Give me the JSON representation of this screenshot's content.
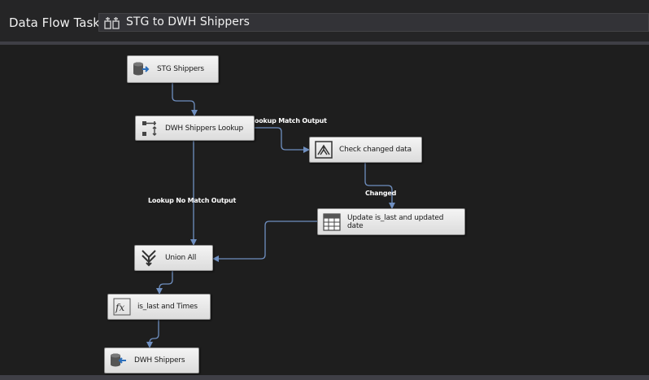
{
  "header": {
    "task_label": "Data Flow Task:",
    "task_value": "STG to DWH Shippers",
    "task_icon": "data-flow-task-icon"
  },
  "nodes": {
    "stg_shippers": {
      "label": "STG Shippers",
      "icon": "ole-db-source-icon"
    },
    "dwh_lookup": {
      "label": "DWH Shippers Lookup",
      "icon": "lookup-icon"
    },
    "check_changed": {
      "label": "Check changed data",
      "icon": "conditional-split-icon"
    },
    "update_is_last_line1": "Update is_last and updated",
    "update_is_last_line2": "date",
    "update_is_last_icon": "ole-db-command-icon",
    "union_all": {
      "label": "Union All",
      "icon": "union-all-icon"
    },
    "is_last_times": {
      "label": "is_last and Times",
      "icon": "derived-column-icon"
    },
    "dwh_shippers": {
      "label": "DWH Shippers",
      "icon": "ole-db-destination-icon"
    }
  },
  "paths": {
    "lookup_match": "Lookup Match Output",
    "lookup_no_match": "Lookup No Match Output",
    "changed": "Changed"
  },
  "colors": {
    "edge": "#6f8fc0",
    "background": "#1e1e1e",
    "node_fill": "#e8e8e8"
  }
}
